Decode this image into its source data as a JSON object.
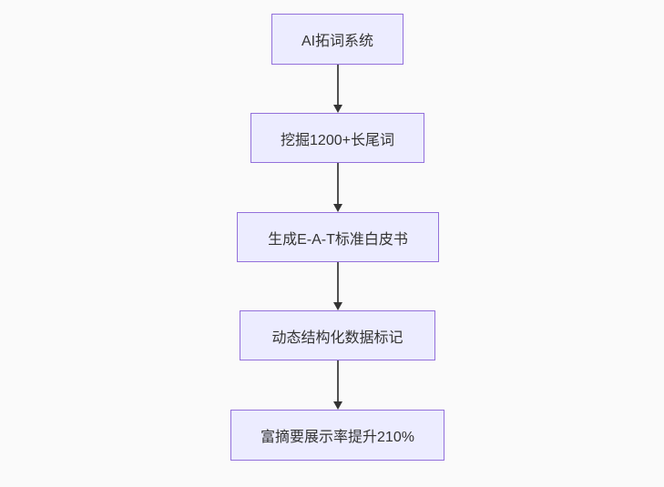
{
  "diagram": {
    "type": "flowchart",
    "direction": "top-down",
    "nodes": [
      {
        "id": "A",
        "label": "AI拓词系统"
      },
      {
        "id": "B",
        "label": "挖掘1200+长尾词"
      },
      {
        "id": "C",
        "label": "生成E-A-T标准白皮书"
      },
      {
        "id": "D",
        "label": "动态结构化数据标记"
      },
      {
        "id": "E",
        "label": "富摘要展示率提升210%"
      }
    ],
    "edges": [
      {
        "from": "A",
        "to": "B",
        "style": "arrow"
      },
      {
        "from": "B",
        "to": "C",
        "style": "arrow"
      },
      {
        "from": "C",
        "to": "D",
        "style": "arrow"
      },
      {
        "from": "D",
        "to": "E",
        "style": "arrow"
      }
    ],
    "colors": {
      "background": "#FAFAFA",
      "node_fill": "#ECECFF",
      "node_border": "#9370DB",
      "text": "#333333",
      "arrow": "#333333"
    }
  }
}
